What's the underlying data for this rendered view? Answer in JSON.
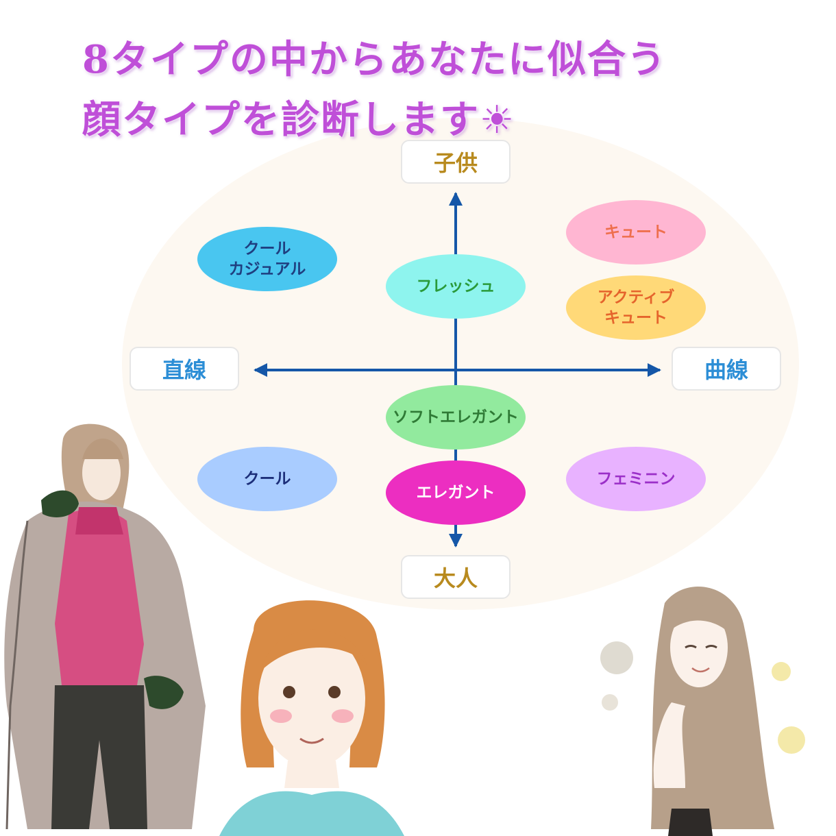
{
  "title": {
    "line1": "8タイプの中からあなたに似合う",
    "line2": "顔タイプを診断します☀"
  },
  "axes": {
    "top": "子供",
    "bottom": "大人",
    "left": "直線",
    "right": "曲線"
  },
  "types": [
    {
      "id": "cool-casual",
      "label": "クール\nカジュアル",
      "fill": "#49c6f0",
      "text_color": "#1f3f80"
    },
    {
      "id": "fresh",
      "label": "フレッシュ",
      "fill": "#8ef4ee",
      "text_color": "#2a9a3a"
    },
    {
      "id": "cute",
      "label": "キュート",
      "fill": "#ffb6d2",
      "text_color": "#ee6f4d"
    },
    {
      "id": "active-cute",
      "label": "アクティブ\nキュート",
      "fill": "#ffd978",
      "text_color": "#e5642c"
    },
    {
      "id": "soft-elegant",
      "label": "ソフトエレガント",
      "fill": "#92ea9e",
      "text_color": "#2f7a36"
    },
    {
      "id": "cool",
      "label": "クール",
      "fill": "#a9ccff",
      "text_color": "#1d2f7a"
    },
    {
      "id": "elegant",
      "label": "エレガント",
      "fill": "#ec2ec1",
      "text_color": "#ffffff"
    },
    {
      "id": "feminine",
      "label": "フェミニン",
      "fill": "#e8b2ff",
      "text_color": "#9b2fc8"
    }
  ],
  "colors": {
    "title": "#bf4fd8",
    "axis_line": "#1557a8",
    "axis_vertical_text": "#b88a1e",
    "axis_horizontal_text": "#2c8ed6",
    "background_ellipse": "#fdf8f1"
  },
  "illustrations": [
    "woman-in-coat",
    "woman-short-hair",
    "woman-long-hair"
  ]
}
